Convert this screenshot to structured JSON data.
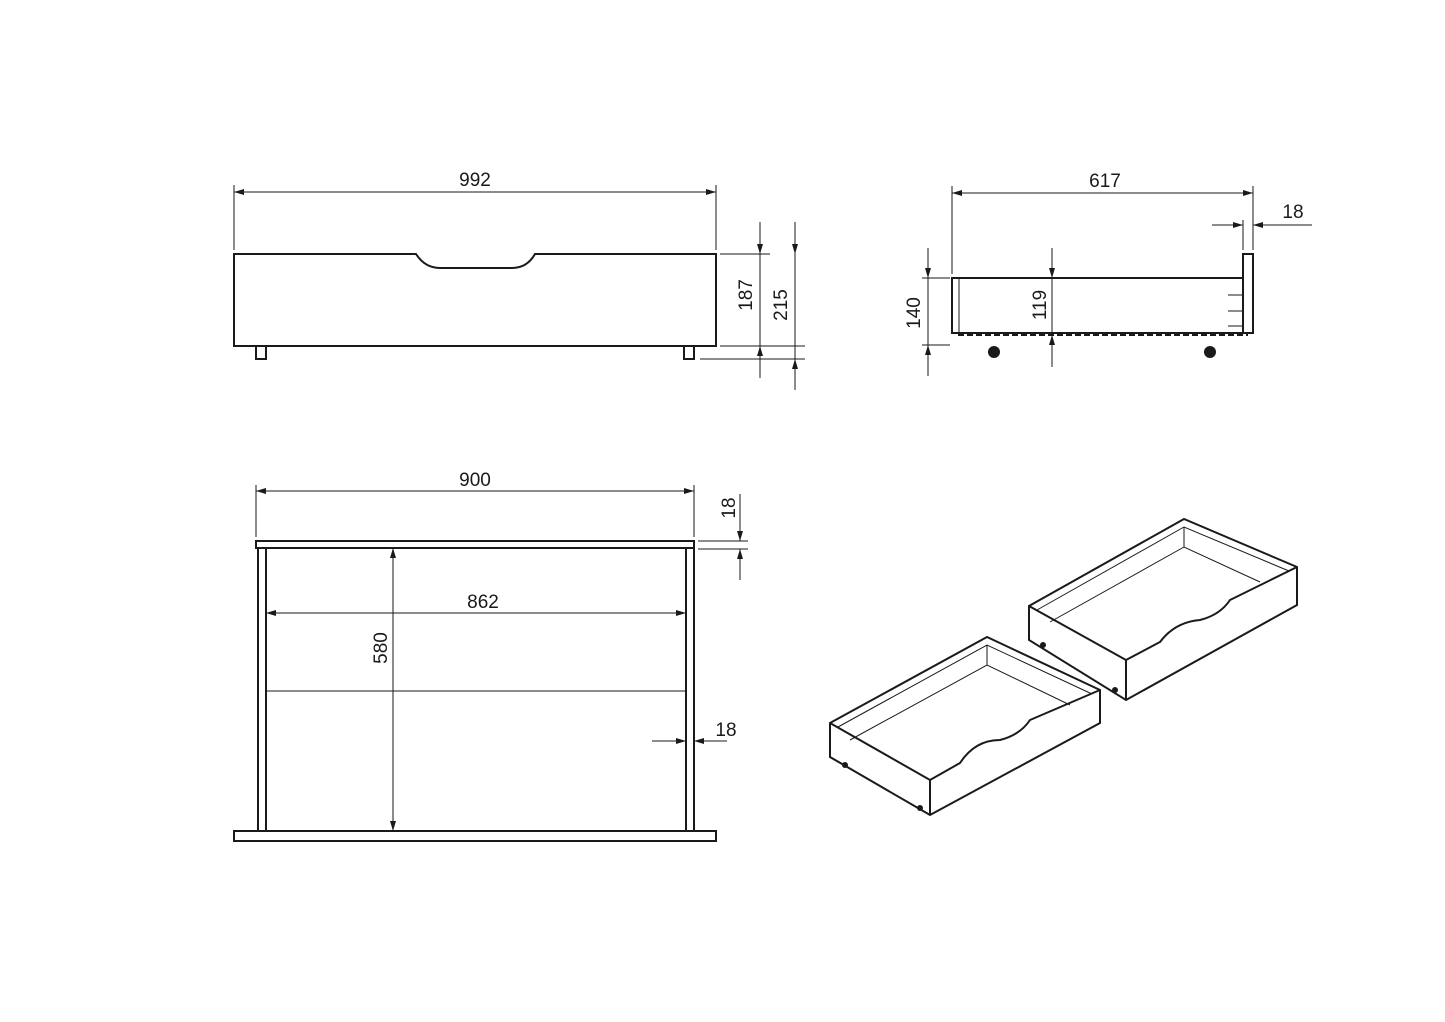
{
  "dimensions": {
    "front_width": "992",
    "front_body_height": "187",
    "front_total_height": "215",
    "side_depth": "617",
    "side_panel_thickness": "18",
    "side_height": "140",
    "side_inner_height": "119",
    "top_width": "900",
    "top_board_thickness": "18",
    "top_inner_width": "862",
    "top_depth": "580",
    "top_side_thickness": "18"
  }
}
